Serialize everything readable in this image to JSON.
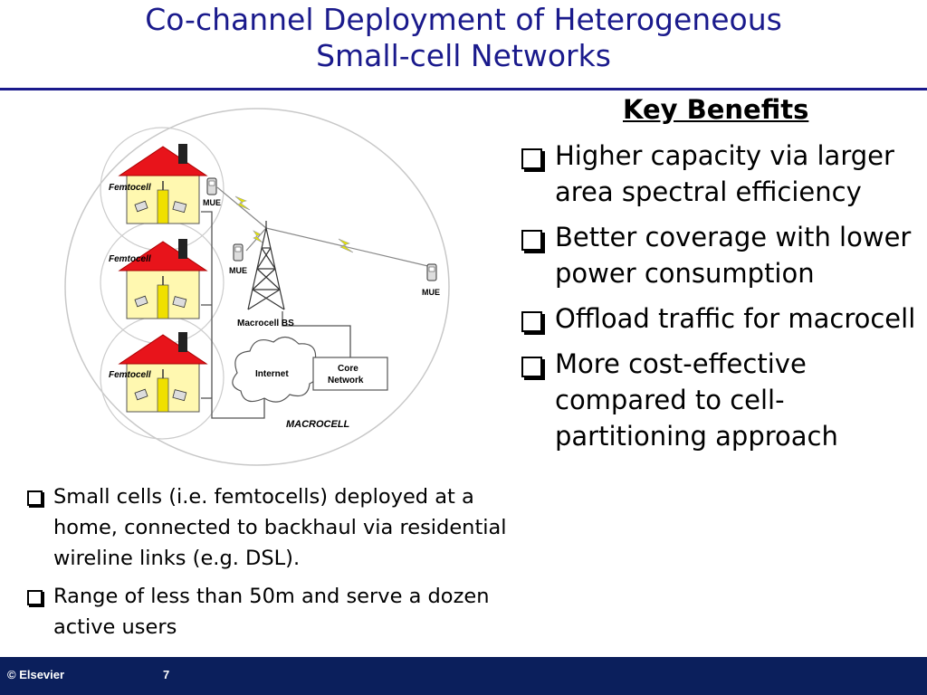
{
  "slide": {
    "title_line1": "Co-channel Deployment of Heterogeneous",
    "title_line2": "Small-cell Networks"
  },
  "diagram": {
    "femtocell_label": "Femtocell",
    "mue_label": "MUE",
    "macro_bs_label": "Macrocell BS",
    "internet_label": "Internet",
    "core_network_line1": "Core",
    "core_network_line2": "Network",
    "macrocell_label": "MACROCELL"
  },
  "key_benefits": {
    "heading": "Key Benefits",
    "items": [
      "Higher capacity via larger area spectral efficiency",
      "Better coverage with lower power consumption",
      "Offload traffic for macrocell",
      "More cost-effective compared to cell-partitioning approach"
    ]
  },
  "notes": {
    "items": [
      "Small cells (i.e. femtocells) deployed at a home, connected to backhaul via residential wireline links (e.g. DSL).",
      "Range of less than 50m and serve a dozen active users"
    ]
  },
  "footer": {
    "copyright": "© Elsevier",
    "page_number": "7"
  },
  "colors": {
    "title": "#1a1a8c",
    "footer_bg": "#0b1f5c",
    "roof": "#e8141b",
    "house": "#fff8b0",
    "lightning": "#e6e600"
  }
}
